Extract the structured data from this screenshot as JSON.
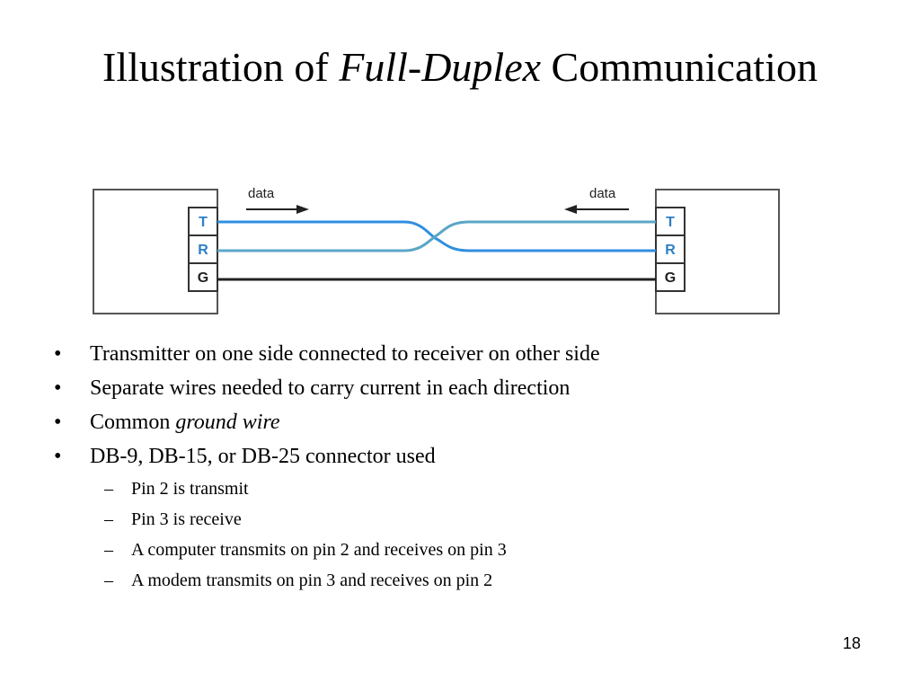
{
  "slide": {
    "title_prefix": "Illustration of ",
    "title_emphasis": "Full-Duplex",
    "title_suffix": " Communication",
    "page_number": "18"
  },
  "diagram": {
    "left_arrow_label": "data",
    "right_arrow_label": "data",
    "left_pins": [
      "T",
      "R",
      "G"
    ],
    "right_pins": [
      "T",
      "R",
      "G"
    ],
    "colors": {
      "transmit_wire": "#2f8fe0",
      "receive_wire": "#5ba6c8",
      "ground_wire": "#222222",
      "pin_label": "#2d7fc6",
      "box_border": "#555555"
    }
  },
  "bullets": [
    {
      "marker": "•",
      "text": "Transmitter on one side connected to receiver on other side"
    },
    {
      "marker": "•",
      "text": "Separate wires needed to carry current in each direction"
    },
    {
      "marker": "•",
      "text_before": "Common ",
      "text_emphasis": "ground wire"
    },
    {
      "marker": "•",
      "text": "DB-9, DB-15, or DB-25 connector used"
    }
  ],
  "sub_bullets": [
    {
      "marker": "–",
      "text": "Pin 2 is transmit"
    },
    {
      "marker": "–",
      "text": "Pin 3 is receive"
    },
    {
      "marker": "–",
      "text": "A computer transmits on pin 2 and receives on pin 3"
    },
    {
      "marker": "–",
      "text": "A modem transmits on pin 3 and receives on pin 2"
    }
  ]
}
